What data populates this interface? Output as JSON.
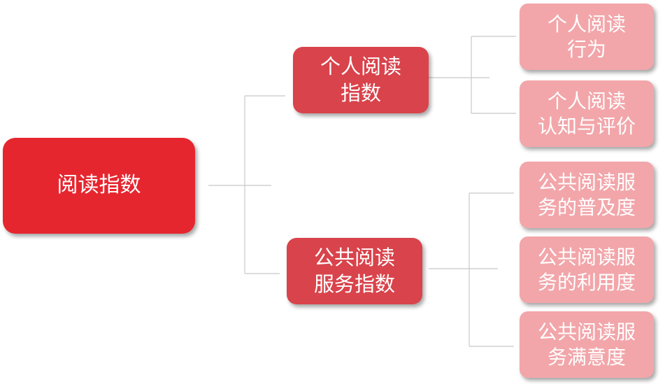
{
  "diagram": {
    "root": {
      "label": "阅读指数"
    },
    "branches": [
      {
        "label": "个人阅读\n指数",
        "children": [
          {
            "label": "个人阅读\n行为"
          },
          {
            "label": "个人阅读\n认知与评价"
          }
        ]
      },
      {
        "label": "公共阅读\n服务指数",
        "children": [
          {
            "label": "公共阅读服\n务的普及度"
          },
          {
            "label": "公共阅读服\n务的利用度"
          },
          {
            "label": "公共阅读服\n务满意度"
          }
        ]
      }
    ],
    "colors": {
      "root": "#e6262f",
      "branch": "#d9434b",
      "leaf": "#f2a6aa",
      "connector": "#c8c8c8",
      "text": "#ffffff"
    }
  }
}
